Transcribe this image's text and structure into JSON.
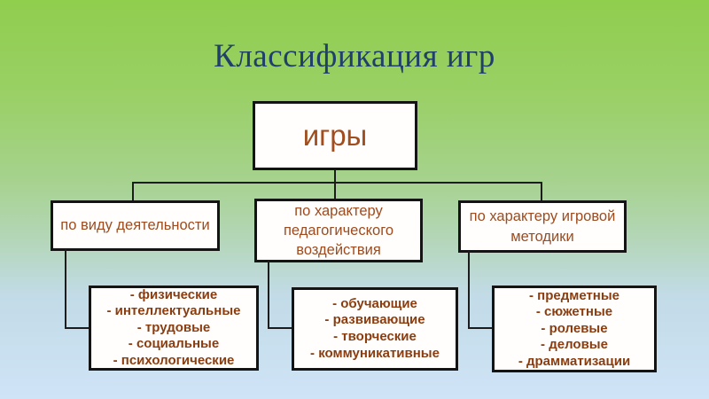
{
  "slide": {
    "title": "Классификация игр",
    "root": {
      "label": "игры"
    },
    "branches": [
      {
        "label": "по виду деятельности",
        "items": [
          "- физические",
          "- интеллектуальные",
          "- трудовые",
          "- социальные",
          "- психологические"
        ]
      },
      {
        "label": "по характеру педагогического воздействия",
        "items": [
          "- обучающие",
          "- развивающие",
          "- творческие",
          "- коммуникативные"
        ]
      },
      {
        "label": "по характеру игровой методики",
        "items": [
          "- предметные",
          "- сюжетные",
          "- ролевые",
          "- деловые",
          "- драмматизации"
        ]
      }
    ],
    "colors": {
      "title_text": "#20406a",
      "box_text": "#9d4b1f",
      "leaf_text": "#8a3d10",
      "box_border": "#141414",
      "bg_top": "#90ce4e",
      "bg_bottom": "#cfe4f7"
    }
  }
}
